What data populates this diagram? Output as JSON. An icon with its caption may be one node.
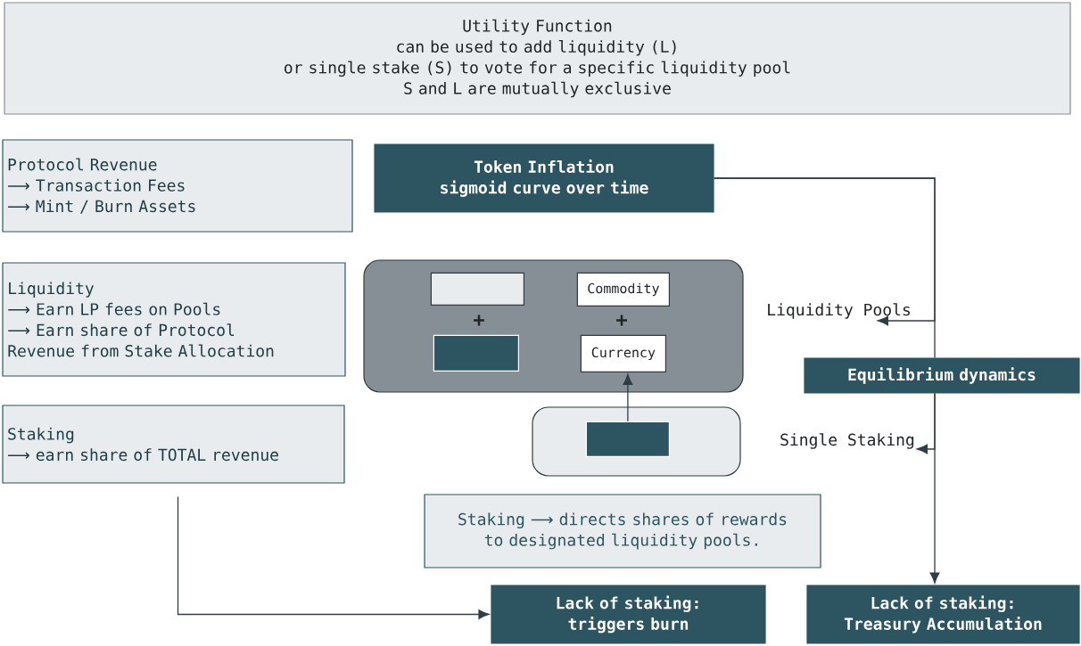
{
  "diagram": {
    "nodes": [
      {
        "text": [
          "Utility Function",
          "can be used to add liquidity (L)",
          "or single stake (S) to vote for a specific liquidity pool",
          "S and L are mutually exclusive"
        ]
      },
      {
        "text": [
          "Protocol Revenue",
          "⟶ Transaction Fees",
          "⟶ Mint / Burn Assets"
        ]
      },
      {
        "text": [
          "Token Inflation",
          "sigmoid curve over time"
        ]
      },
      {
        "text": [
          "Liquidity",
          "⟶ Earn LP fees on Pools",
          "⟶ Earn share of Protocol Revenue from Stake Allocation"
        ]
      },
      {
        "text": [],
        "shape": "box"
      },
      {
        "text": [],
        "shape": "box",
        "in": 4
      },
      {
        "text": [
          "Commodity"
        ],
        "in": 4
      },
      {
        "text": [],
        "shape": "box",
        "in": 4
      },
      {
        "text": [
          "Currency"
        ],
        "in": 4
      },
      {
        "text": [
          "Liquidity Pools"
        ]
      },
      {
        "text": [
          "Equilibrium dynamics"
        ]
      },
      {
        "text": [
          "Staking",
          "⟶ earn share of TOTAL revenue"
        ]
      },
      {
        "text": [],
        "shape": "box"
      },
      {
        "text": [],
        "shape": "box",
        "in": 12
      },
      {
        "text": [
          "Single Staking"
        ]
      },
      {
        "text": [
          "Staking ⟶ directs shares of rewards to designated liquidity pools."
        ]
      },
      {
        "text": [
          "Lack of staking: triggers burn"
        ]
      },
      {
        "text": [
          "Lack of staking: Treasury Accumulation"
        ]
      }
    ],
    "edges": [
      {
        "from": 2,
        "to": 10,
        "arrow": "none"
      },
      {
        "from": 2,
        "to": 9,
        "arrow": "to"
      },
      {
        "from": 10,
        "to": 17,
        "arrow": "to"
      },
      {
        "from": 10,
        "to": 14,
        "arrow": "to"
      },
      {
        "from": 11,
        "to": 16,
        "arrow": "to"
      },
      {
        "from": 13,
        "to": 8,
        "arrow": "to"
      }
    ],
    "labels": [
      "+",
      "+"
    ]
  }
}
